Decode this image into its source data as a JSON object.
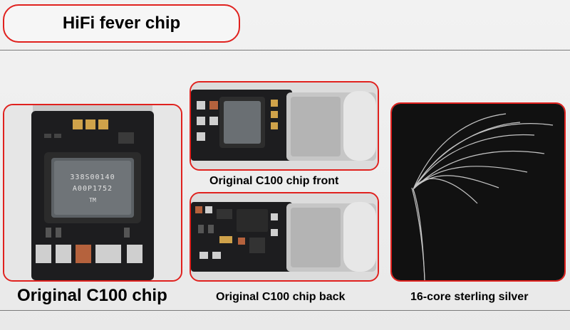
{
  "title": "HiFi fever chip",
  "captions": {
    "main_chip": "Original C100 chip",
    "chip_front": "Original C100 chip front",
    "chip_back": "Original C100 chip back",
    "silver_wire": "16-core sterling silver"
  },
  "chip_markings": {
    "line1": "338S00140",
    "line2": "A00P1752",
    "line3": "TM"
  },
  "colors": {
    "accent": "#e0211e",
    "board": "#1d1d1f",
    "pad": "#cfcfcf",
    "copper": "#b5623d"
  }
}
